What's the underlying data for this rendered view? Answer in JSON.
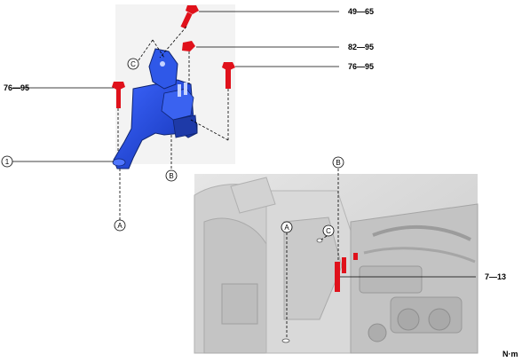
{
  "torques": {
    "top_bolt": "49—65",
    "upper_right_nut": "82—95",
    "right_bolt": "76—95",
    "left_bolt": "76—95",
    "body_bolt": "7—13"
  },
  "callouts": {
    "part_number": "1",
    "a_mount": "A",
    "b_mount": "B",
    "c_mount": "C",
    "a_body": "A",
    "b_body": "B",
    "c_body": "C"
  },
  "unit": "N·m",
  "colors": {
    "bracket": "#2a4fd6",
    "bracket_dark": "#1a3399",
    "fastener": "#e0111b",
    "leader": "#000000",
    "engine_bay": "#d8d8d8"
  }
}
